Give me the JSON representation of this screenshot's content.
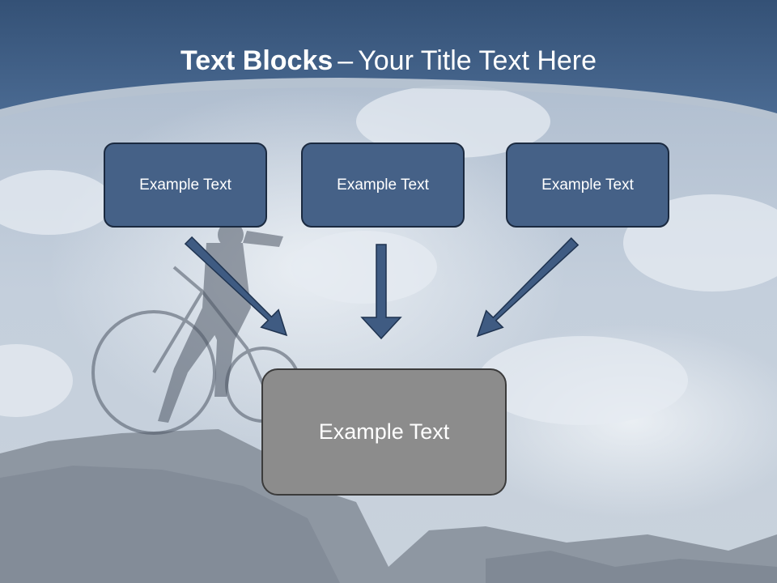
{
  "slide": {
    "title_bold": "Text Blocks",
    "title_dash": "–",
    "title_rest": "Your Title Text Here"
  },
  "blocks": {
    "top_left": "Example Text",
    "top_middle": "Example Text",
    "top_right": "Example Text",
    "bottom": "Example Text"
  },
  "colors": {
    "header_blue": "#456187",
    "block_blue": "#456187",
    "block_grey": "#8c8c8c",
    "arrow_blue": "#3f5b82"
  }
}
